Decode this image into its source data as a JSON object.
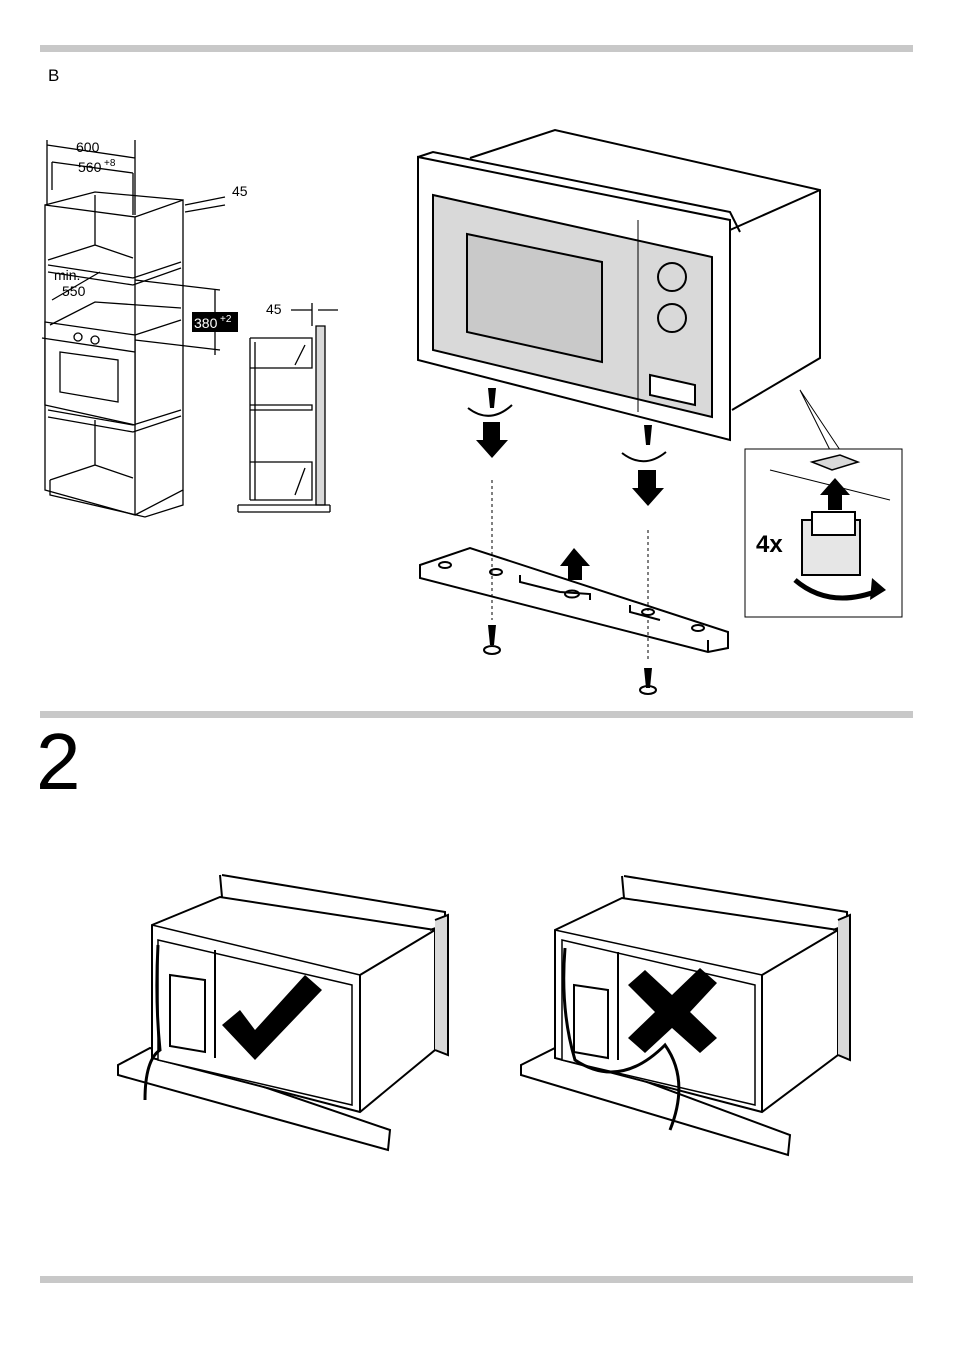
{
  "section": {
    "letter": "B"
  },
  "step": {
    "number": "2"
  },
  "cabinet_dims": {
    "width": "600",
    "inner_width": "560",
    "inner_width_tol": "+8",
    "depth_offset": "45",
    "min_label": "min.",
    "min_value": "550",
    "height": "380",
    "height_tol": "+2",
    "side_offset": "45"
  },
  "inset": {
    "quantity": "4x"
  },
  "colors": {
    "rule": "#c8c8c8",
    "panel": "#d9d9d9",
    "window": "#c9c9c9",
    "outline": "#000000"
  }
}
